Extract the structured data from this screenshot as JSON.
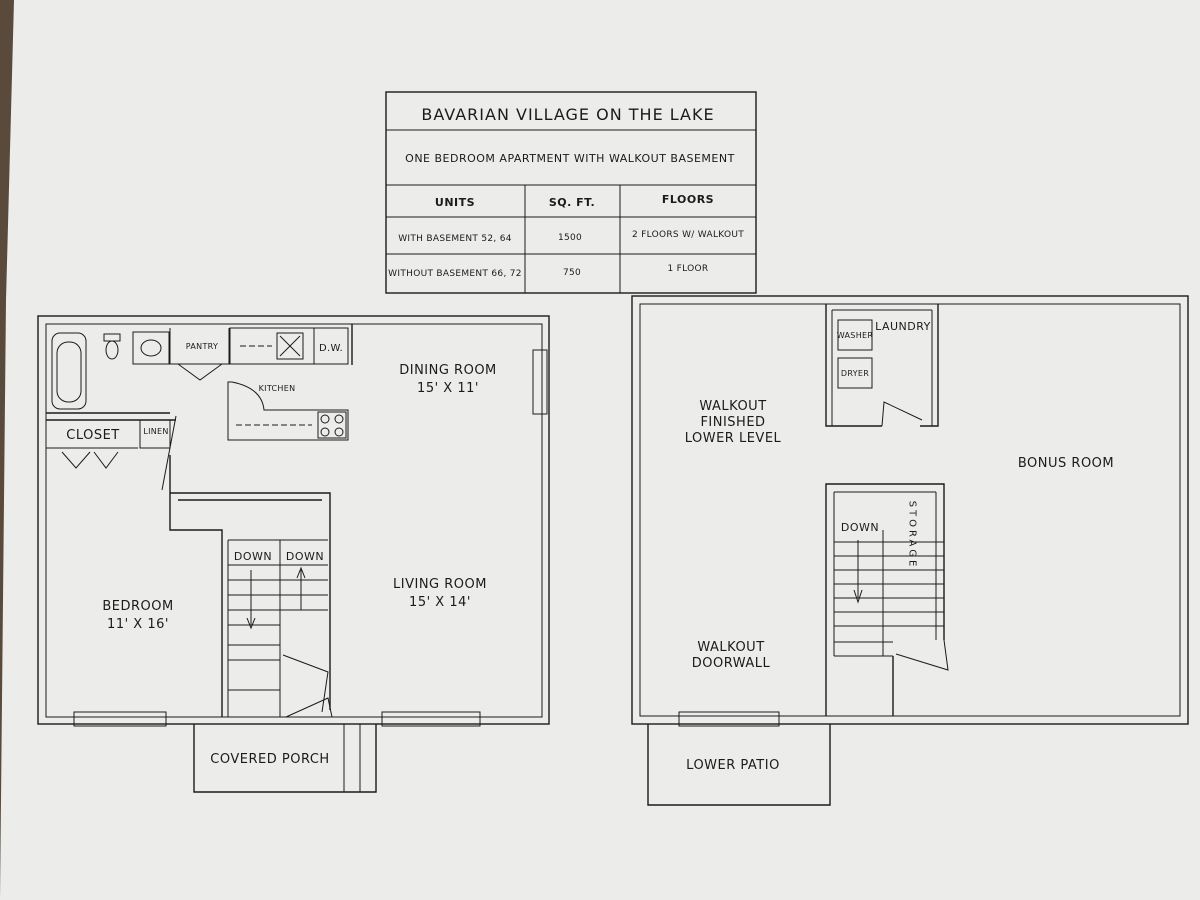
{
  "title_block": {
    "title": "BAVARIAN VILLAGE ON THE LAKE",
    "subtitle": "ONE BEDROOM APARTMENT WITH WALKOUT BASEMENT",
    "headers": [
      "UNITS",
      "SQ. FT.",
      "FLOORS"
    ],
    "rows": [
      [
        "WITH BASEMENT 52, 64",
        "1500",
        "2 FLOORS W/ WALKOUT"
      ],
      [
        "WITHOUT BASEMENT 66, 72",
        "750",
        "1 FLOOR"
      ]
    ]
  },
  "main_floor": {
    "pantry": "PANTRY",
    "dw": "D.W.",
    "kitchen": "KITCHEN",
    "dining_room": "DINING ROOM",
    "dining_room_size": "15' X 11'",
    "closet": "CLOSET",
    "linen": "LINEN",
    "bedroom": "BEDROOM",
    "bedroom_size": "11' X 16'",
    "living_room": "LIVING ROOM",
    "living_room_size": "15' X 14'",
    "stair_left": "DOWN",
    "stair_right": "DOWN",
    "covered_porch": "COVERED PORCH"
  },
  "lower_level": {
    "washer": "WASHER",
    "dryer": "DRYER",
    "laundry": "LAUNDRY",
    "walkout_line1": "WALKOUT",
    "walkout_line2": "FINISHED",
    "walkout_line3": "LOWER LEVEL",
    "bonus_room": "BONUS ROOM",
    "down": "DOWN",
    "storage": "STORAGE",
    "doorwall_line1": "WALKOUT",
    "doorwall_line2": "DOORWALL",
    "lower_patio": "LOWER PATIO"
  }
}
